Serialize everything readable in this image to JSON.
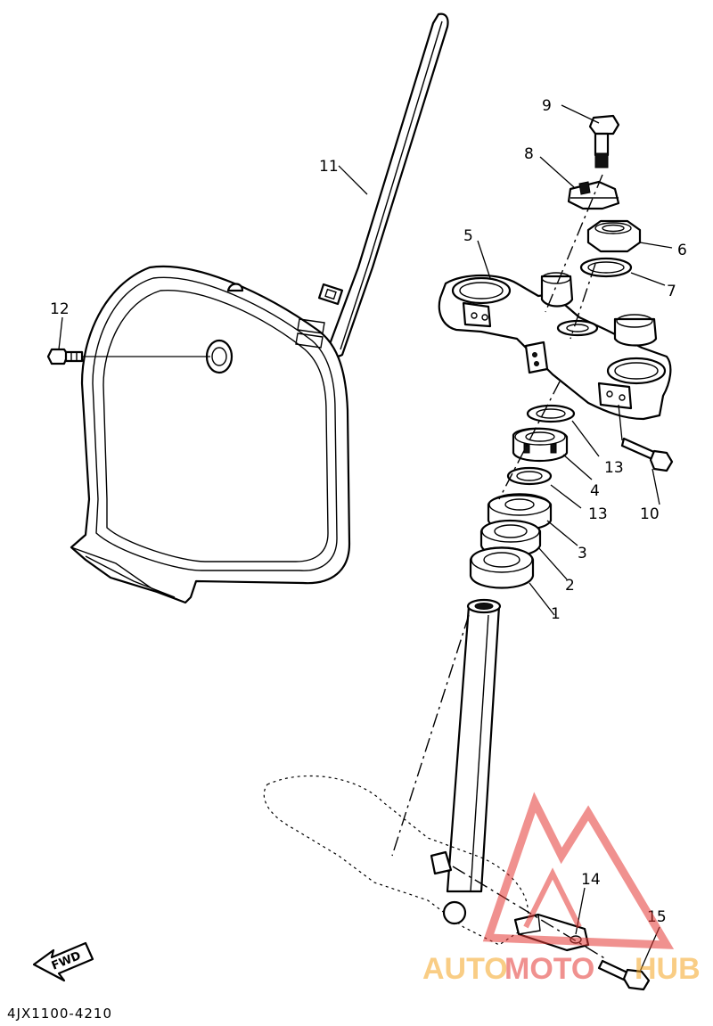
{
  "diagram": {
    "code": "4JX1100-4210",
    "fwd_label": "FWD",
    "callouts": [
      {
        "id": "c1",
        "label": "1"
      },
      {
        "id": "c2",
        "label": "2"
      },
      {
        "id": "c3",
        "label": "3"
      },
      {
        "id": "c4",
        "label": "4"
      },
      {
        "id": "c5",
        "label": "5"
      },
      {
        "id": "c6",
        "label": "6"
      },
      {
        "id": "c7",
        "label": "7"
      },
      {
        "id": "c8",
        "label": "8"
      },
      {
        "id": "c9",
        "label": "9"
      },
      {
        "id": "c10",
        "label": "10"
      },
      {
        "id": "c11",
        "label": "11"
      },
      {
        "id": "c12",
        "label": "12"
      },
      {
        "id": "c13a",
        "label": "13"
      },
      {
        "id": "c13b",
        "label": "13"
      },
      {
        "id": "c14",
        "label": "14"
      },
      {
        "id": "c15",
        "label": "15"
      }
    ]
  },
  "watermark": {
    "text_auto": "AUTO",
    "text_moto": "MOTO",
    "text_hub": "HUB",
    "color_orange": "#f5a623",
    "color_red": "#e53935"
  }
}
